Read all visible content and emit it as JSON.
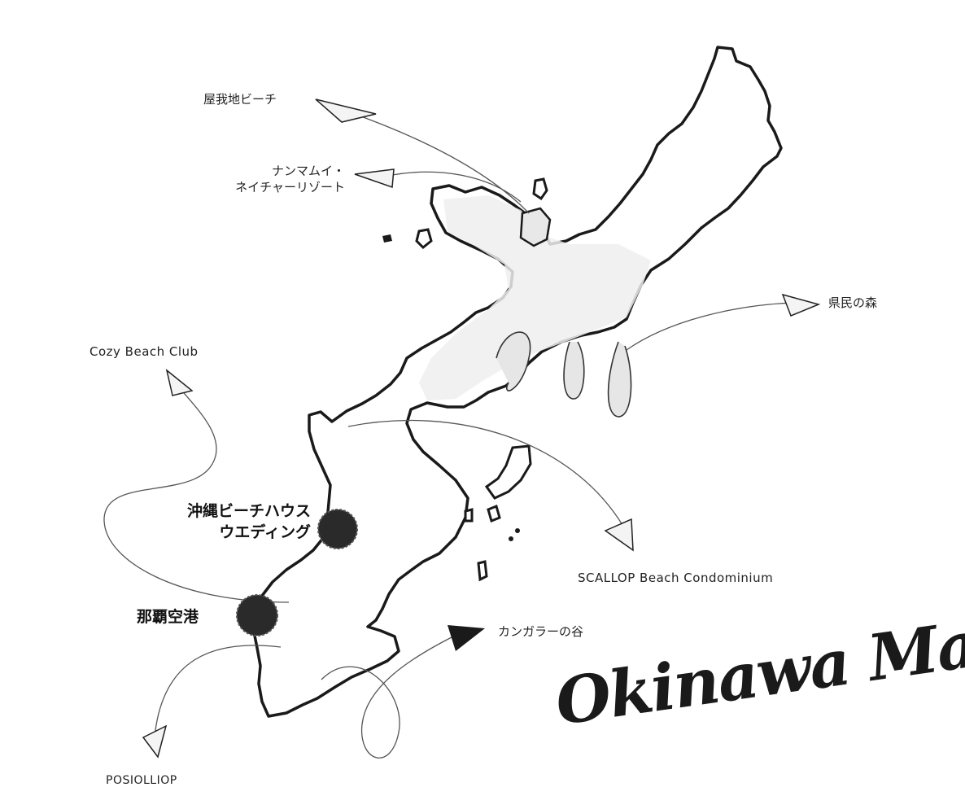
{
  "map": {
    "title": "Okinawa Map",
    "places": [
      {
        "id": "yagaji",
        "name": "屋我地ビーチ",
        "kind": "spot"
      },
      {
        "id": "nanmamui",
        "name_line1": "ナンマムイ・",
        "name_line2": "ネイチャーリゾート",
        "kind": "spot"
      },
      {
        "id": "kenmin",
        "name": "県民の森",
        "kind": "spot"
      },
      {
        "id": "cozy",
        "name": "Cozy Beach Club",
        "kind": "spot"
      },
      {
        "id": "beachhouse",
        "name_line1": "沖縄ビーチハウス",
        "name_line2": "ウエディング",
        "kind": "highlight"
      },
      {
        "id": "airport",
        "name": "那覇空港",
        "kind": "highlight"
      },
      {
        "id": "scallop",
        "name": "SCALLOP Beach Condominium",
        "kind": "spot"
      },
      {
        "id": "kangara",
        "name": "カンガラーの谷",
        "kind": "spot"
      },
      {
        "id": "posiolliop",
        "name": "POSIOLLIOP",
        "kind": "spot"
      }
    ],
    "colors": {
      "outline": "#1a1a1a",
      "arrow_line": "#555555",
      "fill_light": "#ececec",
      "marker": "#2a2a2a"
    }
  }
}
